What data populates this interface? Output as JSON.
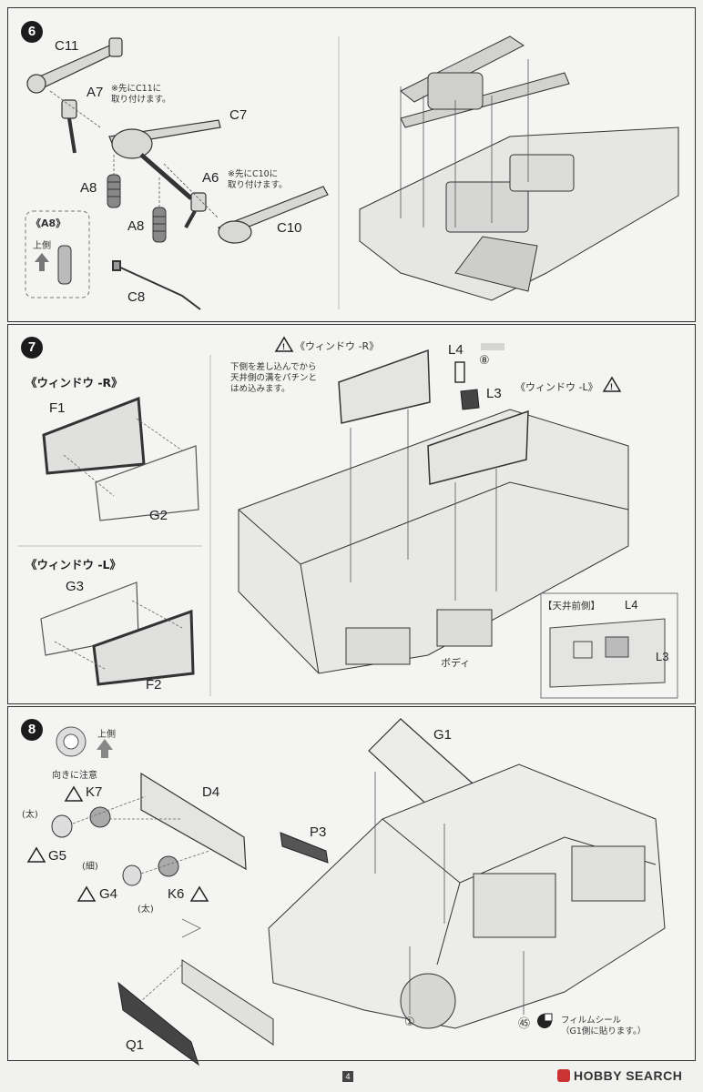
{
  "watermark": "HOBBY SEARCH",
  "page_number": "4",
  "step6": {
    "number": "6",
    "labels": {
      "c11": "C11",
      "a7": "A7",
      "c7": "C7",
      "a8_top": "A8",
      "a6": "A6",
      "a8_bottom": "A8",
      "c10": "C10",
      "c8": "C8"
    },
    "note_a7": "※先にC11に\n取り付けます。",
    "note_a6": "※先にC10に\n取り付けます。",
    "inset_title": "《A8》",
    "inset_up": "上側"
  },
  "step7": {
    "number": "7",
    "window_r_title": "《ウィンドウ -R》",
    "window_l_title": "《ウィンドウ -L》",
    "f1": "F1",
    "g2": "G2",
    "g3": "G3",
    "f2": "F2",
    "center_r_title": "《ウィンドウ -R》",
    "center_note": "下側を差し込んでから\n天井側の溝をパチンと\nはめ込みます。",
    "l4": "L4",
    "circled8": "⑧",
    "l3": "L3",
    "center_l_title": "《ウィンドウ -L》",
    "body": "ボディ",
    "roof_title": "【天井前側】",
    "roof_l4": "L4",
    "roof_l3": "L3"
  },
  "step8": {
    "number": "8",
    "up": "上側",
    "orientation": "向きに注意",
    "k7": "K7",
    "d4": "D4",
    "thick1": "(太)",
    "g5": "G5",
    "thin": "(細)",
    "g4": "G4",
    "k6": "K6",
    "thick2": "(太)",
    "p3": "P3",
    "g1": "G1",
    "q1": "Q1",
    "circled1": "①",
    "circled45": "㊺",
    "film_note": "フィルムシール\n（G1側に貼ります。）"
  }
}
